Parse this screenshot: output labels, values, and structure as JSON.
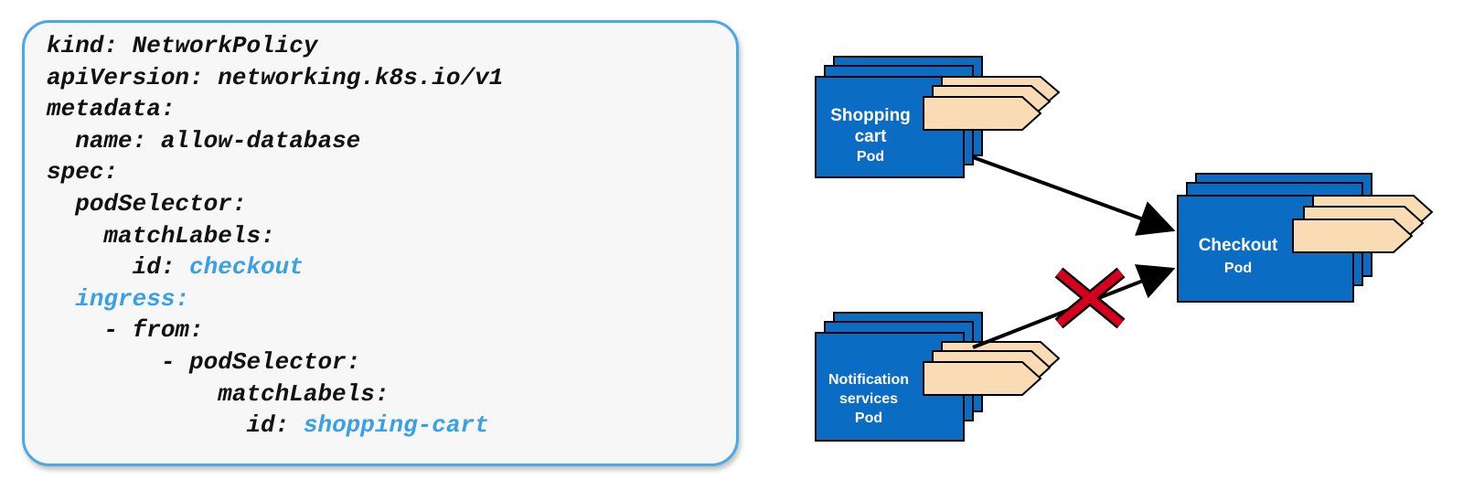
{
  "code": {
    "lines": [
      {
        "indent": "",
        "key": "kind:",
        "value": "NetworkPolicy",
        "highlight": ""
      },
      {
        "indent": "",
        "key": "apiVersion:",
        "value": "networking.k8s.io/v1",
        "highlight": ""
      },
      {
        "indent": "",
        "key": "metadata:",
        "value": "",
        "highlight": ""
      },
      {
        "indent": "  ",
        "key": "name:",
        "value": "allow-database",
        "highlight": ""
      },
      {
        "indent": "",
        "key": "spec:",
        "value": "",
        "highlight": ""
      },
      {
        "indent": "  ",
        "key": "podSelector:",
        "value": "",
        "highlight": ""
      },
      {
        "indent": "    ",
        "key": "matchLabels:",
        "value": "",
        "highlight": ""
      },
      {
        "indent": "      ",
        "key": "id:",
        "value": "checkout",
        "highlight": "value"
      },
      {
        "indent": "  ",
        "key": "ingress:",
        "value": "",
        "highlight": "key"
      },
      {
        "indent": "    ",
        "key": "- from:",
        "value": "",
        "highlight": ""
      },
      {
        "indent": "        ",
        "key": "- podSelector:",
        "value": "",
        "highlight": ""
      },
      {
        "indent": "            ",
        "key": "matchLabels:",
        "value": "",
        "highlight": ""
      },
      {
        "indent": "              ",
        "key": "id:",
        "value": "shopping-cart",
        "highlight": "value"
      }
    ]
  },
  "diagram": {
    "pods": {
      "shopping_cart": {
        "line1": "Shopping",
        "line2": "cart",
        "kind": "Pod"
      },
      "notification": {
        "line1": "Notification",
        "line2": "services",
        "kind": "Pod"
      },
      "checkout": {
        "line1": "Checkout",
        "kind": "Pod"
      }
    },
    "connections": [
      {
        "from": "shopping_cart",
        "to": "checkout",
        "allowed": true
      },
      {
        "from": "notification",
        "to": "checkout",
        "allowed": false
      }
    ]
  },
  "colors": {
    "pod_fill": "#0b6cc4",
    "pod_border": "#000000",
    "port_fill": "#fadcb4",
    "arrow": "#000000",
    "deny_mark": "#d4001e",
    "code_highlight": "#3aa0e6",
    "card_border": "#4aa8e8"
  }
}
